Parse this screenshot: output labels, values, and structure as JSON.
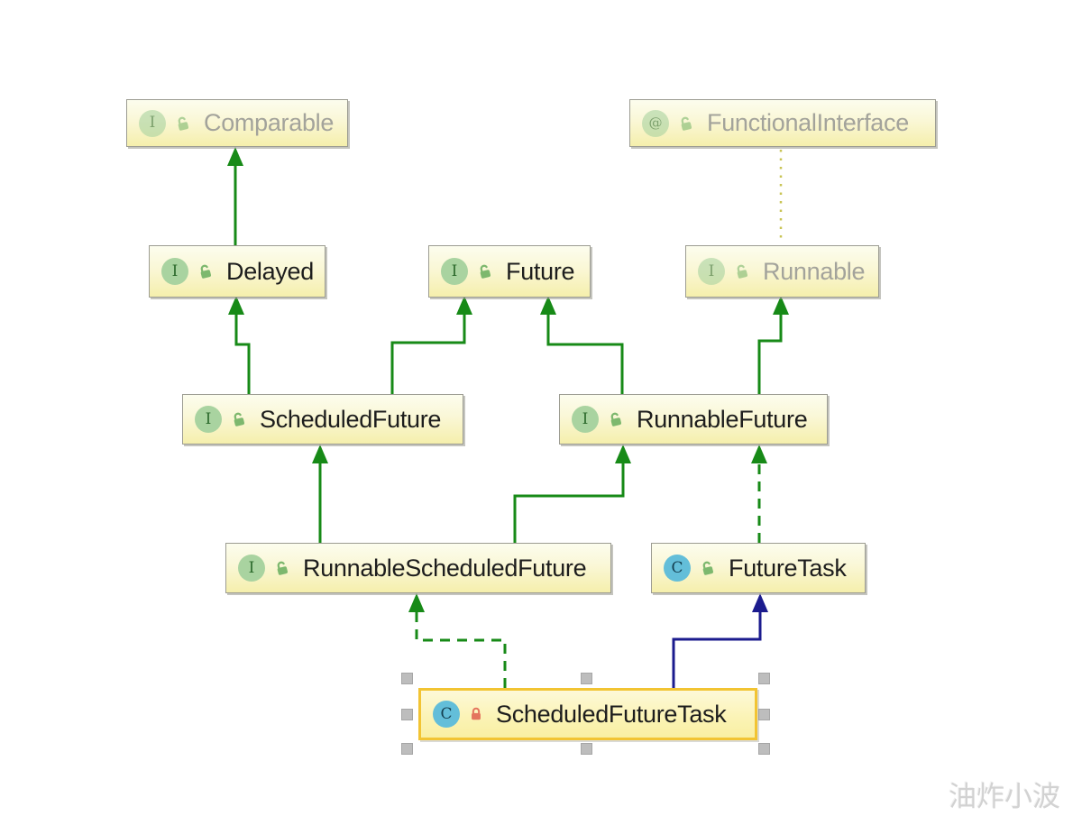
{
  "diagram": {
    "tool": "class-hierarchy-diagram",
    "watermark": "油炸小波",
    "colors": {
      "extends_edge": "#178a17",
      "implements_edge_dashed": "#178a17",
      "class_extends_edge": "#1b1b8e",
      "annotation_edge_dotted": "#c9c455",
      "node_background_top": "#fcfdee",
      "node_background_bottom": "#f5efac",
      "node_border": "#9c9c92",
      "selected_border": "#f2c433",
      "interface_icon_bg": "#a9d3a0",
      "class_icon_bg": "#63bed9",
      "open_lock": "#7db86e",
      "private_lock": "#e4755e",
      "muted_text": "#a3a39b",
      "text": "#1d1d1d"
    },
    "nodes": [
      {
        "id": "comparable",
        "label": "Comparable",
        "kind": "interface",
        "icon_letter": "I",
        "lock": "open",
        "muted": true,
        "selected": false
      },
      {
        "id": "functional-interface",
        "label": "FunctionalInterface",
        "kind": "annotation",
        "icon_letter": "@",
        "lock": "open",
        "muted": true,
        "selected": false
      },
      {
        "id": "delayed",
        "label": "Delayed",
        "kind": "interface",
        "icon_letter": "I",
        "lock": "open",
        "muted": false,
        "selected": false
      },
      {
        "id": "future",
        "label": "Future",
        "kind": "interface",
        "icon_letter": "I",
        "lock": "open",
        "muted": false,
        "selected": false
      },
      {
        "id": "runnable",
        "label": "Runnable",
        "kind": "interface",
        "icon_letter": "I",
        "lock": "open",
        "muted": true,
        "selected": false
      },
      {
        "id": "scheduled-future",
        "label": "ScheduledFuture",
        "kind": "interface",
        "icon_letter": "I",
        "lock": "open",
        "muted": false,
        "selected": false
      },
      {
        "id": "runnable-future",
        "label": "RunnableFuture",
        "kind": "interface",
        "icon_letter": "I",
        "lock": "open",
        "muted": false,
        "selected": false
      },
      {
        "id": "runnable-scheduled-future",
        "label": "RunnableScheduledFuture",
        "kind": "interface",
        "icon_letter": "I",
        "lock": "open",
        "muted": false,
        "selected": false
      },
      {
        "id": "future-task",
        "label": "FutureTask",
        "kind": "class",
        "icon_letter": "C",
        "lock": "open",
        "muted": false,
        "selected": false
      },
      {
        "id": "scheduled-future-task",
        "label": "ScheduledFutureTask",
        "kind": "class",
        "icon_letter": "C",
        "lock": "closed",
        "muted": false,
        "selected": true
      }
    ],
    "edges": [
      {
        "from": "Delayed",
        "to": "Comparable",
        "relation": "extends",
        "line": "solid"
      },
      {
        "from": "Runnable",
        "to": "FunctionalInterface",
        "relation": "annotated-by",
        "line": "dotted"
      },
      {
        "from": "ScheduledFuture",
        "to": "Delayed",
        "relation": "extends",
        "line": "solid"
      },
      {
        "from": "ScheduledFuture",
        "to": "Future",
        "relation": "extends",
        "line": "solid"
      },
      {
        "from": "RunnableFuture",
        "to": "Future",
        "relation": "extends",
        "line": "solid"
      },
      {
        "from": "RunnableFuture",
        "to": "Runnable",
        "relation": "extends",
        "line": "solid"
      },
      {
        "from": "RunnableScheduledFuture",
        "to": "ScheduledFuture",
        "relation": "extends",
        "line": "solid"
      },
      {
        "from": "RunnableScheduledFuture",
        "to": "RunnableFuture",
        "relation": "extends",
        "line": "solid"
      },
      {
        "from": "FutureTask",
        "to": "RunnableFuture",
        "relation": "implements",
        "line": "dashed"
      },
      {
        "from": "ScheduledFutureTask",
        "to": "RunnableScheduledFuture",
        "relation": "implements",
        "line": "dashed"
      },
      {
        "from": "ScheduledFutureTask",
        "to": "FutureTask",
        "relation": "extends",
        "line": "solid-navy"
      }
    ]
  }
}
